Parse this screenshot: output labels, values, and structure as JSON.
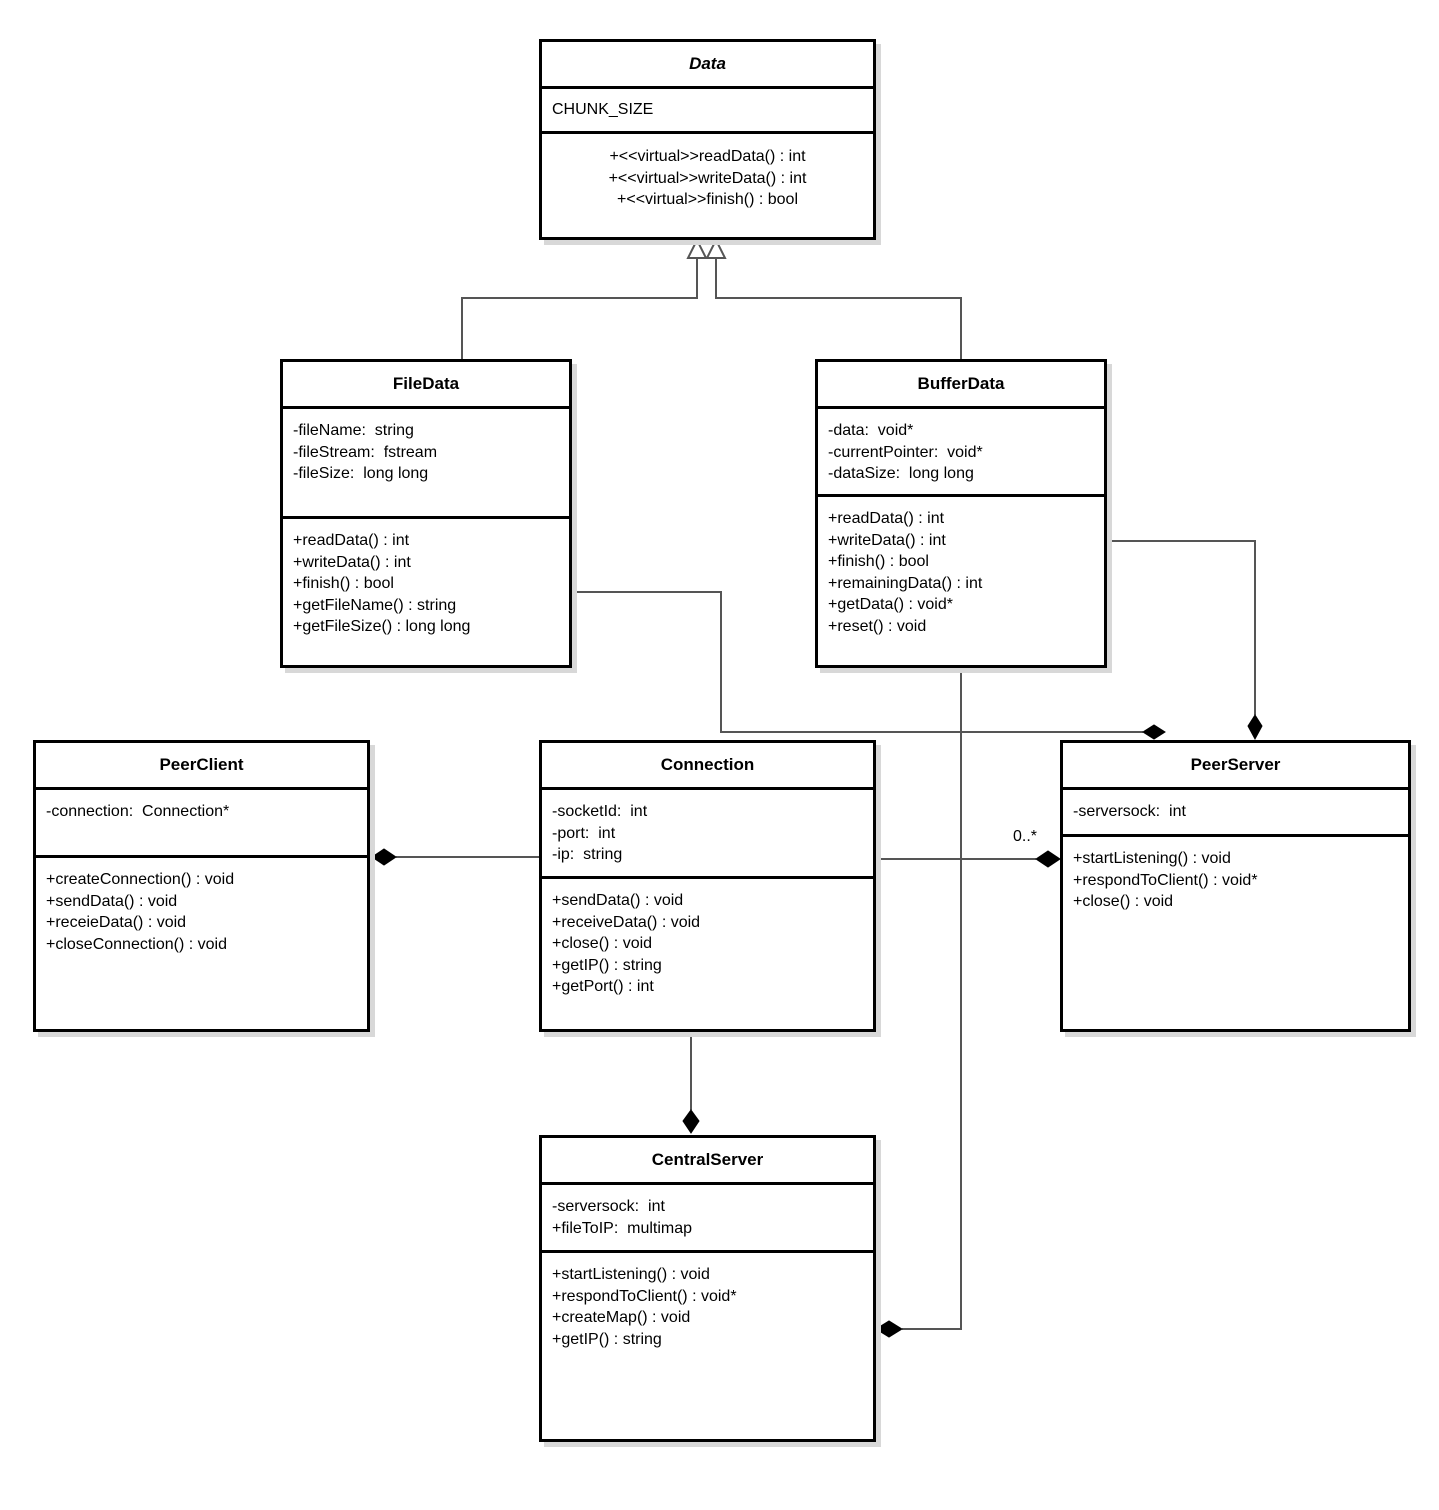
{
  "diagram": {
    "classes": [
      {
        "id": "data",
        "name": "Data",
        "abstract": true,
        "attributes": [
          "CHUNK_SIZE"
        ],
        "operations": [
          "+<<virtual>>readData() : int",
          "+<<virtual>>writeData() : int",
          "+<<virtual>>finish() : bool"
        ]
      },
      {
        "id": "filedata",
        "name": "FileData",
        "attributes": [
          "-fileName:  string",
          "-fileStream:  fstream",
          "-fileSize:  long long"
        ],
        "operations": [
          "+readData() : int",
          "+writeData() : int",
          "+finish() : bool",
          "+getFileName() : string",
          "+getFileSize() : long long"
        ]
      },
      {
        "id": "bufferdata",
        "name": "BufferData",
        "attributes": [
          "-data:  void*",
          "-currentPointer:  void*",
          "-dataSize:  long long"
        ],
        "operations": [
          "+readData() : int",
          "+writeData() : int",
          "+finish() : bool",
          "+remainingData() : int",
          "+getData() : void*",
          "+reset() : void"
        ]
      },
      {
        "id": "peerclient",
        "name": "PeerClient",
        "attributes": [
          "-connection:  Connection*"
        ],
        "operations": [
          "+createConnection() : void",
          "+sendData() : void",
          "+receieData() : void",
          "+closeConnection() : void"
        ]
      },
      {
        "id": "connection",
        "name": "Connection",
        "attributes": [
          "-socketId:  int",
          "-port:  int",
          "-ip:  string"
        ],
        "operations": [
          "+sendData() : void",
          "+receiveData() : void",
          "+close() : void",
          "+getIP() : string",
          "+getPort() : int"
        ]
      },
      {
        "id": "peerserver",
        "name": "PeerServer",
        "attributes": [
          "-serversock:  int"
        ],
        "operations": [
          "+startListening() : void",
          "+respondToClient() : void*",
          "+close() : void"
        ]
      },
      {
        "id": "centralserver",
        "name": "CentralServer",
        "attributes": [
          "-serversock:  int",
          "+fileToIP:  multimap"
        ],
        "operations": [
          "+startListening() : void",
          "+respondToClient() : void*",
          "+createMap() : void",
          "+getIP() : string"
        ]
      }
    ],
    "relationships": [
      {
        "type": "generalization",
        "from": "filedata",
        "to": "data"
      },
      {
        "type": "generalization",
        "from": "bufferdata",
        "to": "data"
      },
      {
        "type": "composition",
        "part": "filedata",
        "whole": "peerserver"
      },
      {
        "type": "composition",
        "part": "bufferdata",
        "whole": "peerserver"
      },
      {
        "type": "composition",
        "part": "connection",
        "whole": "peerclient"
      },
      {
        "type": "composition",
        "part": "connection",
        "whole": "peerserver",
        "multiplicity": "0..*"
      },
      {
        "type": "composition",
        "part": "connection",
        "whole": "centralserver"
      },
      {
        "type": "composition",
        "part": "bufferdata",
        "whole": "centralserver"
      }
    ]
  }
}
